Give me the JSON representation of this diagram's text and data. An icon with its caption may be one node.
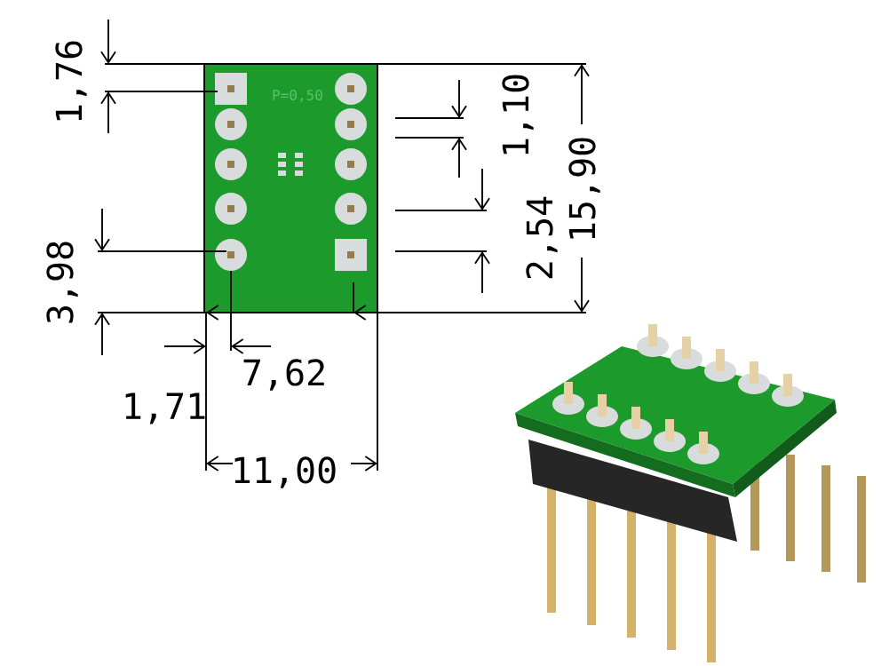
{
  "diagram": {
    "labels": [
      "1,76",
      "P=0,50",
      "1,10",
      "15,90",
      "2,54",
      "3,98",
      "7,62",
      "1,71",
      "11,00"
    ]
  }
}
